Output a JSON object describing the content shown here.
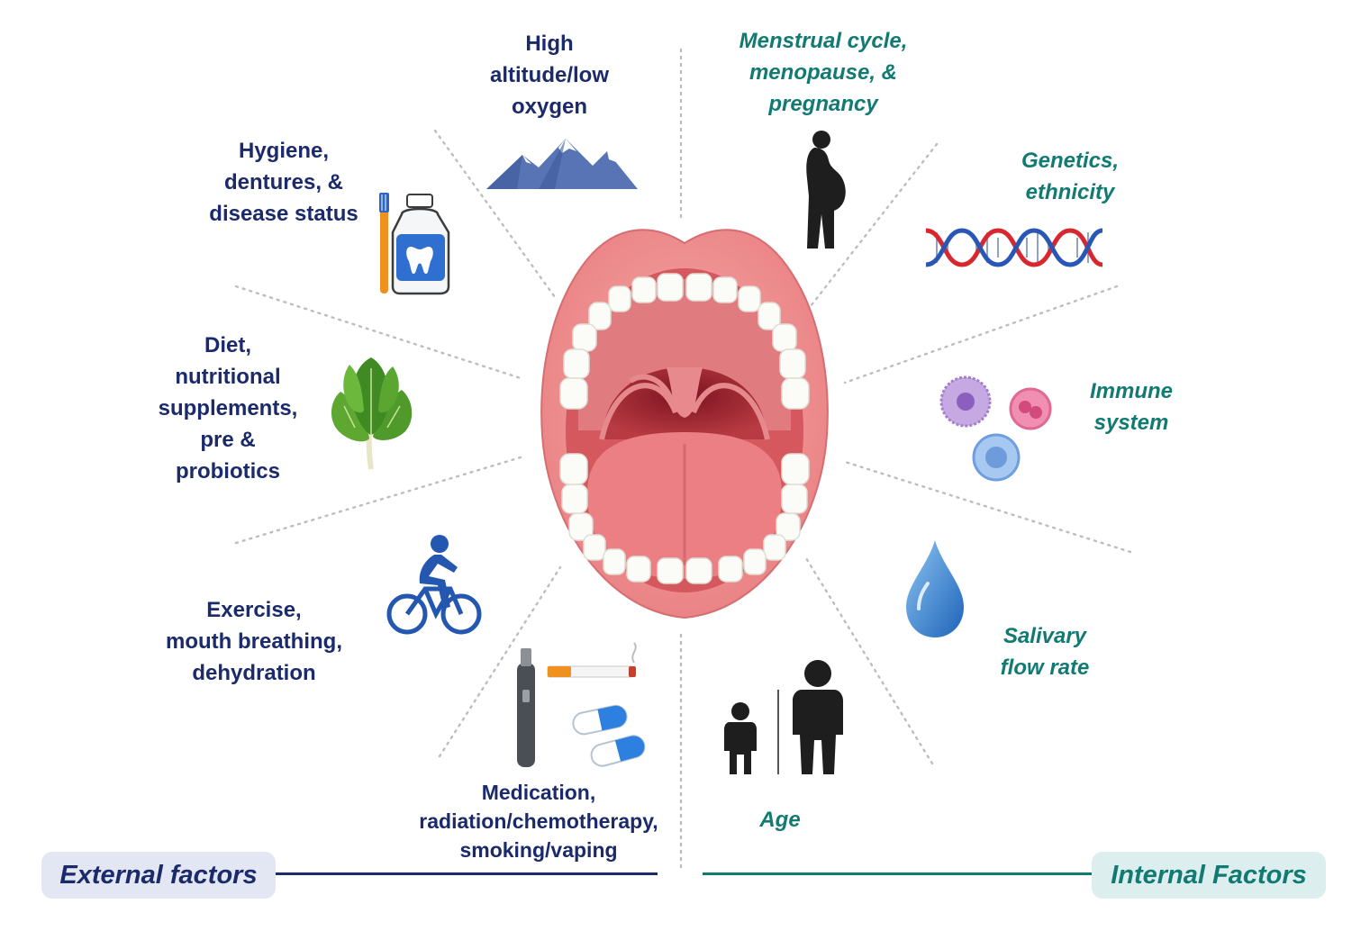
{
  "external_factors": [
    {
      "id": "altitude",
      "lines": [
        "High",
        "altitude/low",
        "oxygen"
      ],
      "icon": "mountain-icon"
    },
    {
      "id": "hygiene",
      "lines": [
        "Hygiene,",
        "dentures, &",
        "disease status"
      ],
      "icon": "toothbrush-mouthwash-icon"
    },
    {
      "id": "diet",
      "lines": [
        "Diet,",
        "nutritional",
        "supplements,",
        "pre &",
        "probiotics"
      ],
      "icon": "leafy-greens-icon"
    },
    {
      "id": "exercise",
      "lines": [
        "Exercise,",
        "mouth breathing,",
        "dehydration"
      ],
      "icon": "cyclist-icon"
    },
    {
      "id": "medication",
      "lines": [
        "Medication,",
        "radiation/chemotherapy,",
        "smoking/vaping"
      ],
      "icon": "vape-cigarette-pills-icon"
    }
  ],
  "internal_factors": [
    {
      "id": "hormonal",
      "lines": [
        "Menstrual cycle,",
        "menopause, &",
        "pregnancy"
      ],
      "icon": "pregnant-woman-icon"
    },
    {
      "id": "genetics",
      "lines": [
        "Genetics,",
        "ethnicity"
      ],
      "icon": "dna-icon"
    },
    {
      "id": "immune",
      "lines": [
        "Immune",
        "system"
      ],
      "icon": "immune-cells-icon"
    },
    {
      "id": "salivary",
      "lines": [
        "Salivary",
        "flow rate"
      ],
      "icon": "water-drop-icon"
    },
    {
      "id": "age",
      "lines": [
        "Age"
      ],
      "icon": "child-adult-icon"
    }
  ],
  "footer": {
    "external_label": "External factors",
    "internal_label": "Internal Factors"
  },
  "center_icon": "open-mouth-icon",
  "colors": {
    "external_text": "#1b2a6b",
    "internal_text": "#117a72",
    "external_box": "#e3e6f3",
    "internal_box": "#dcefee",
    "lips": "#ee8d8f",
    "mouth_inner": "#c9454b",
    "tongue": "#ea7a7e"
  }
}
